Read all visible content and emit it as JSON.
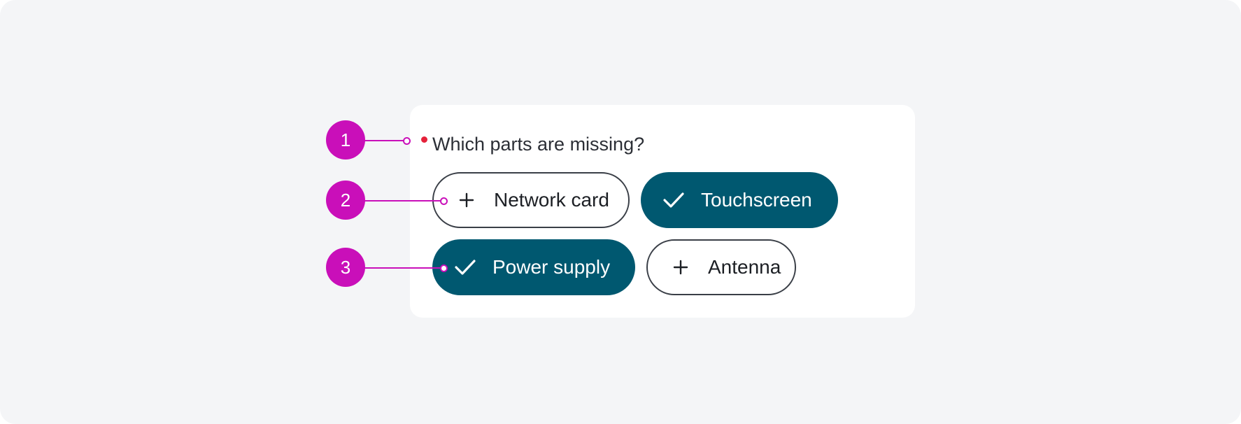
{
  "colors": {
    "background": "#f4f5f7",
    "card": "#ffffff",
    "text": "#2c2f36",
    "required_indicator": "#e5213a",
    "chip_selected": "#005870",
    "chip_outline": "#3a3f47",
    "callout": "#c90fb9"
  },
  "question": {
    "label": "Which parts are missing?",
    "required": true
  },
  "chips": [
    {
      "label": "Network card",
      "selected": false,
      "icon": "plus-icon"
    },
    {
      "label": "Touchscreen",
      "selected": true,
      "icon": "check-icon"
    },
    {
      "label": "Power supply",
      "selected": true,
      "icon": "check-icon"
    },
    {
      "label": "Antenna",
      "selected": false,
      "icon": "plus-icon"
    }
  ],
  "callouts": [
    {
      "number": "1",
      "target": "question-label"
    },
    {
      "number": "2",
      "target": "chip-network-card"
    },
    {
      "number": "3",
      "target": "chip-power-supply"
    }
  ]
}
